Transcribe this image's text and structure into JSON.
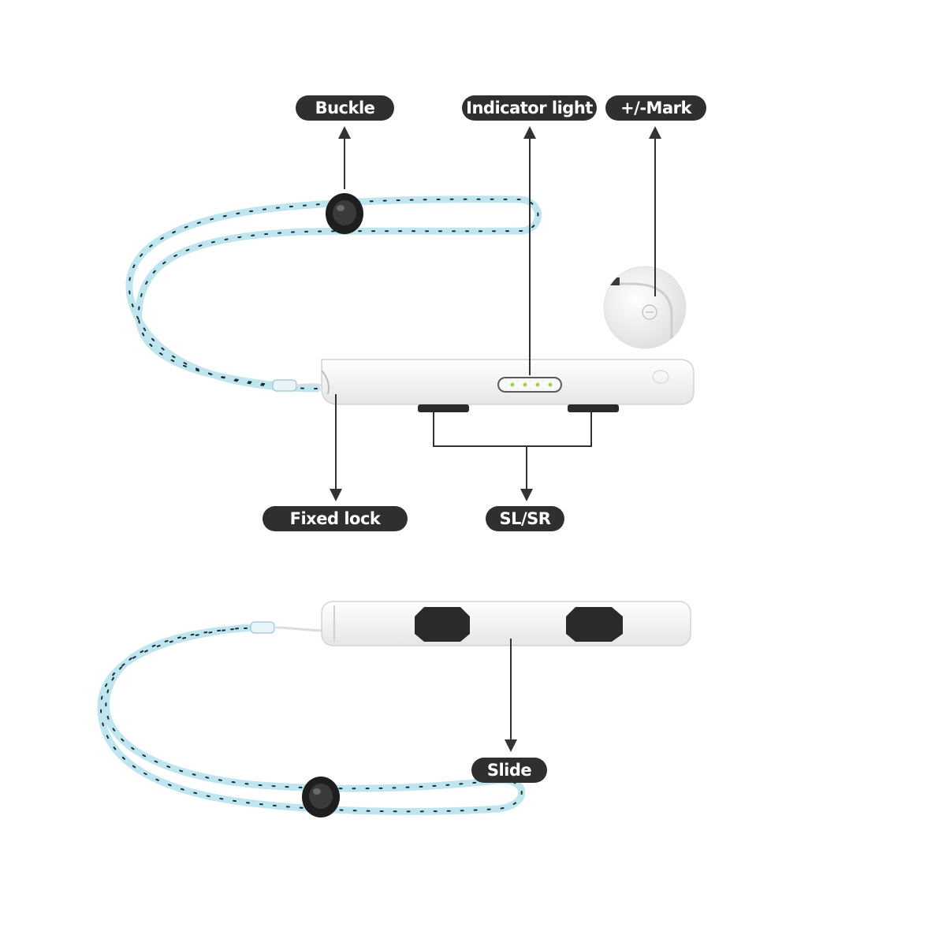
{
  "labels": {
    "buckle": "Buckle",
    "indicator_light": "Indicator light",
    "plus_minus_mark": "+/-Mark",
    "fixed_lock": "Fixed lock",
    "sl_sr": "SL/SR",
    "slide": "Slide"
  },
  "colors": {
    "label_bg": "#2f2f2f",
    "label_text": "#ffffff",
    "strap": "#bfe6ee",
    "strap_dark": "#1f2d33",
    "controller_body": "#f4f4f4",
    "button_black": "#2a2a2a",
    "indicator_green": "#9bd64a"
  },
  "icons": {
    "buckle": "toggle-button-icon",
    "arrow": "arrow-head-icon",
    "minus": "minus-circle-icon"
  }
}
